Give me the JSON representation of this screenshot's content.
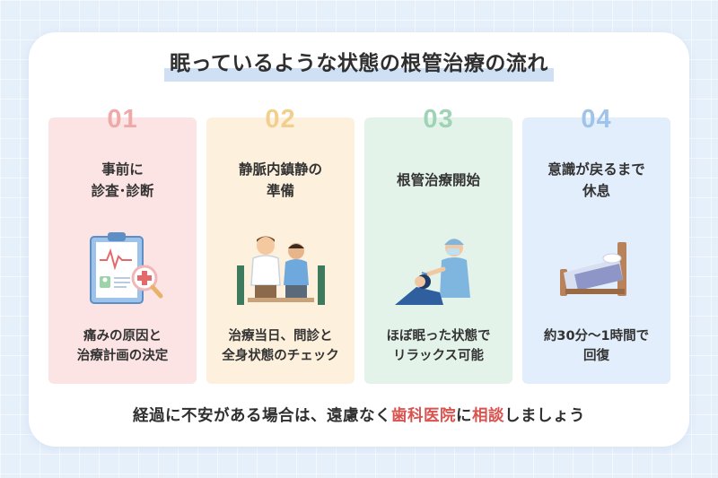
{
  "title": "眠っているような状態の根管治療の流れ",
  "colors": {
    "card_bgs": [
      "#fce4e4",
      "#fdf0dc",
      "#e4f3ea",
      "#e2eefb"
    ],
    "number_colors": [
      "#f0a9a9",
      "#f3cf8e",
      "#9fd3b5",
      "#9fc3ea"
    ],
    "highlight": "#d9534f"
  },
  "steps": [
    {
      "number": "01",
      "heading": "事前に\n診査･診断",
      "description": "痛みの原因と\n治療計画の決定",
      "icon": "clipboard-medical-icon"
    },
    {
      "number": "02",
      "heading": "静脈内鎮静の\n準備",
      "description": "治療当日、問診と\n全身状態のチェック",
      "icon": "doctor-consultation-icon"
    },
    {
      "number": "03",
      "heading": "根管治療開始",
      "description": "ほぼ眠った状態で\nリラックス可能",
      "icon": "dental-treatment-icon"
    },
    {
      "number": "04",
      "heading": "意識が戻るまで\n休息",
      "description": "約30分〜1時間で\n回復",
      "icon": "bed-icon"
    }
  ],
  "footer": {
    "before": "経過に不安がある場合は、遠慮なく",
    "highlight1": "歯科医院",
    "middle": "に",
    "highlight2": "相談",
    "after": "しましょう"
  }
}
